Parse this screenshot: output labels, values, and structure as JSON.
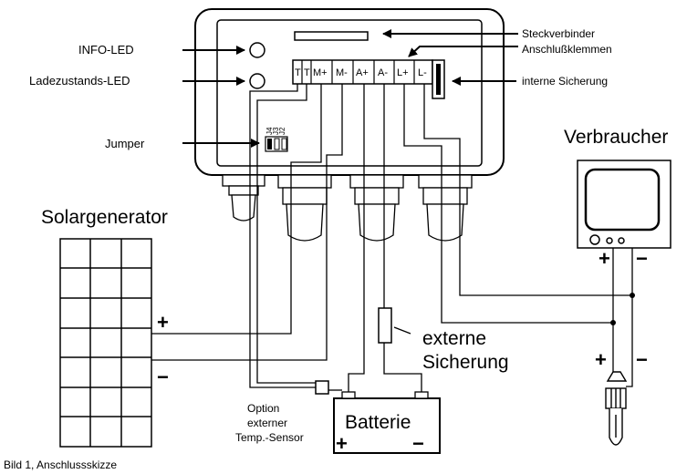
{
  "labels": {
    "info_led": "INFO-LED",
    "charge_led": "Ladezustands-LED",
    "jumper": "Jumper",
    "plug_connector": "Steckverbinder",
    "terminals": "Anschlußklemmen",
    "internal_fuse": "interne Sicherung",
    "consumer": "Verbraucher",
    "solar_generator": "Solargenerator",
    "external_fuse_line1": "externe",
    "external_fuse_line2": "Sicherung",
    "battery": "Batterie",
    "option_line1": "Option",
    "option_line2": "externer",
    "option_line3": "Temp.-Sensor",
    "caption": "Bild 1, Anschlussskizze"
  },
  "terminal_labels": [
    "T",
    "T",
    "M+",
    "M-",
    "A+",
    "A-",
    "L+",
    "L-"
  ],
  "jumper_labels": [
    "J4",
    "J3",
    "J2"
  ],
  "polarity": {
    "plus": "+",
    "minus": "−"
  }
}
